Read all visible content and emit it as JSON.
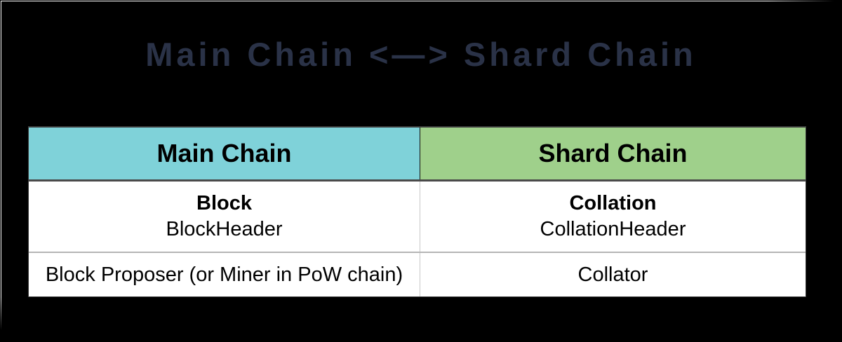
{
  "title": "Main Chain <—> Shard Chain",
  "colors": {
    "background": "#000000",
    "title_text": "#2a3247",
    "main_chain_header_bg": "#7fd2d9",
    "shard_chain_header_bg": "#9fd08b",
    "header_underline": "#4a4a4a",
    "row_divider": "#b5b5b5",
    "column_divider": "#c8c8c8",
    "cell_background": "#ffffff",
    "cell_text": "#000000"
  },
  "table": {
    "columns": [
      {
        "label": "Main Chain"
      },
      {
        "label": "Shard Chain"
      }
    ],
    "rows": [
      {
        "main_chain": {
          "line1": "Block",
          "line2": "BlockHeader"
        },
        "shard_chain": {
          "line1": "Collation",
          "line2": "CollationHeader"
        }
      },
      {
        "main_chain": {
          "line1": "Block Proposer (or Miner in PoW chain)"
        },
        "shard_chain": {
          "line1": "Collator"
        }
      }
    ]
  }
}
